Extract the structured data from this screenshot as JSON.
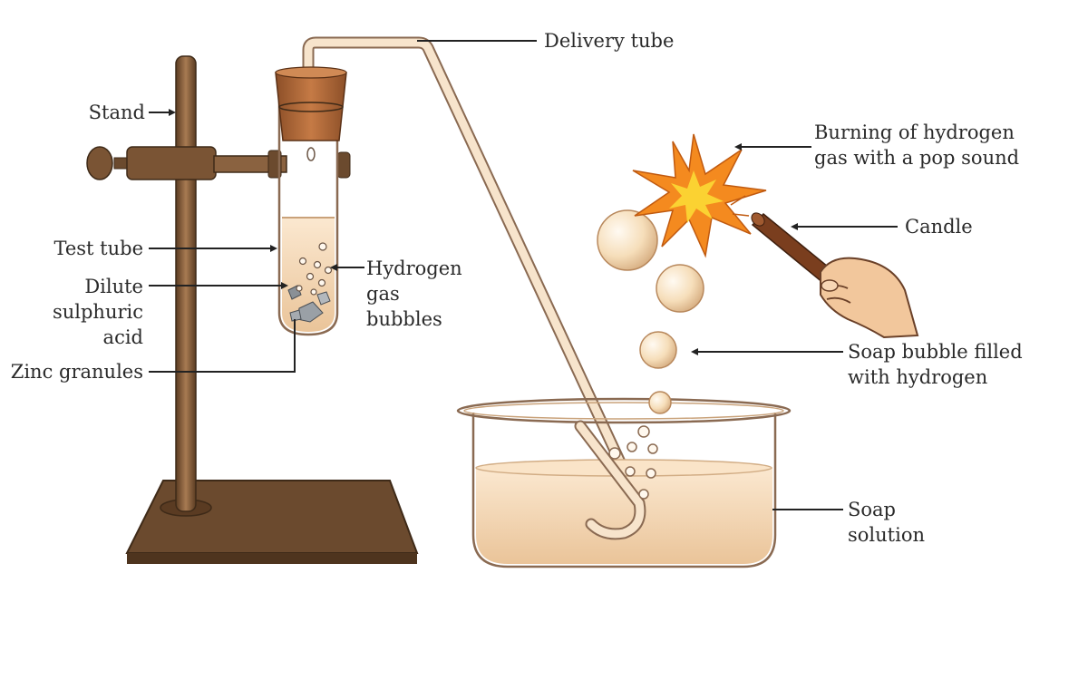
{
  "colors": {
    "wood": "#7a5434",
    "wood_dark": "#5a3b22",
    "wood_light": "#a87b52",
    "cork": "#b06a3a",
    "glass": "#d9cbb8",
    "liquid": "#f5dcbc",
    "liquid_dark": "#ecc79a",
    "tube": "#f7e4cc",
    "tube_outline": "#8a6a52",
    "flame_outer": "#f48a1f",
    "flame_inner": "#fbd232",
    "line": "#222222"
  },
  "icons": [
    "clamp-knob-icon",
    "explosion-burst-icon",
    "candle-icon",
    "hand-icon"
  ],
  "labels": {
    "delivery_tube": "Delivery tube",
    "stand": "Stand",
    "burning": [
      "Burning of hydrogen",
      "gas with a pop sound"
    ],
    "candle": "Candle",
    "test_tube": "Test tube",
    "hydrogen_bubbles": [
      "Hydrogen",
      "gas",
      "bubbles"
    ],
    "dilute_acid": [
      "Dilute",
      "sulphuric",
      "acid"
    ],
    "zinc_granules": "Zinc granules",
    "soap_bubble": [
      "Soap bubble filled",
      "with hydrogen"
    ],
    "soap_solution": [
      "Soap",
      "solution"
    ]
  }
}
